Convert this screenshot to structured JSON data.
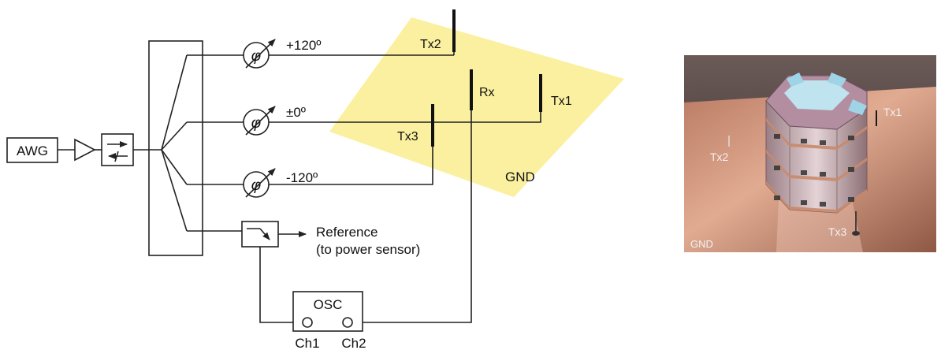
{
  "schematic": {
    "awg_label": "AWG",
    "phase_symbol": "φ",
    "phase_labels": [
      "+120º",
      "±0º",
      "-120º"
    ],
    "antenna_labels": {
      "tx2": "Tx2",
      "rx": "Rx",
      "tx1": "Tx1",
      "tx3": "Tx3"
    },
    "gnd_label": "GND",
    "reference_line1": "Reference",
    "reference_line2": "(to power sensor)",
    "osc_label": "OSC",
    "channel_labels": [
      "Ch1",
      "Ch2"
    ]
  },
  "photo": {
    "labels": {
      "tx1": "Tx1",
      "tx2": "Tx2",
      "tx3": "Tx3",
      "gnd": "GND"
    }
  },
  "colors": {
    "ground_plane": "#fbf0a0",
    "photo_background": "#4a3a35",
    "copper": "#c78c72"
  }
}
